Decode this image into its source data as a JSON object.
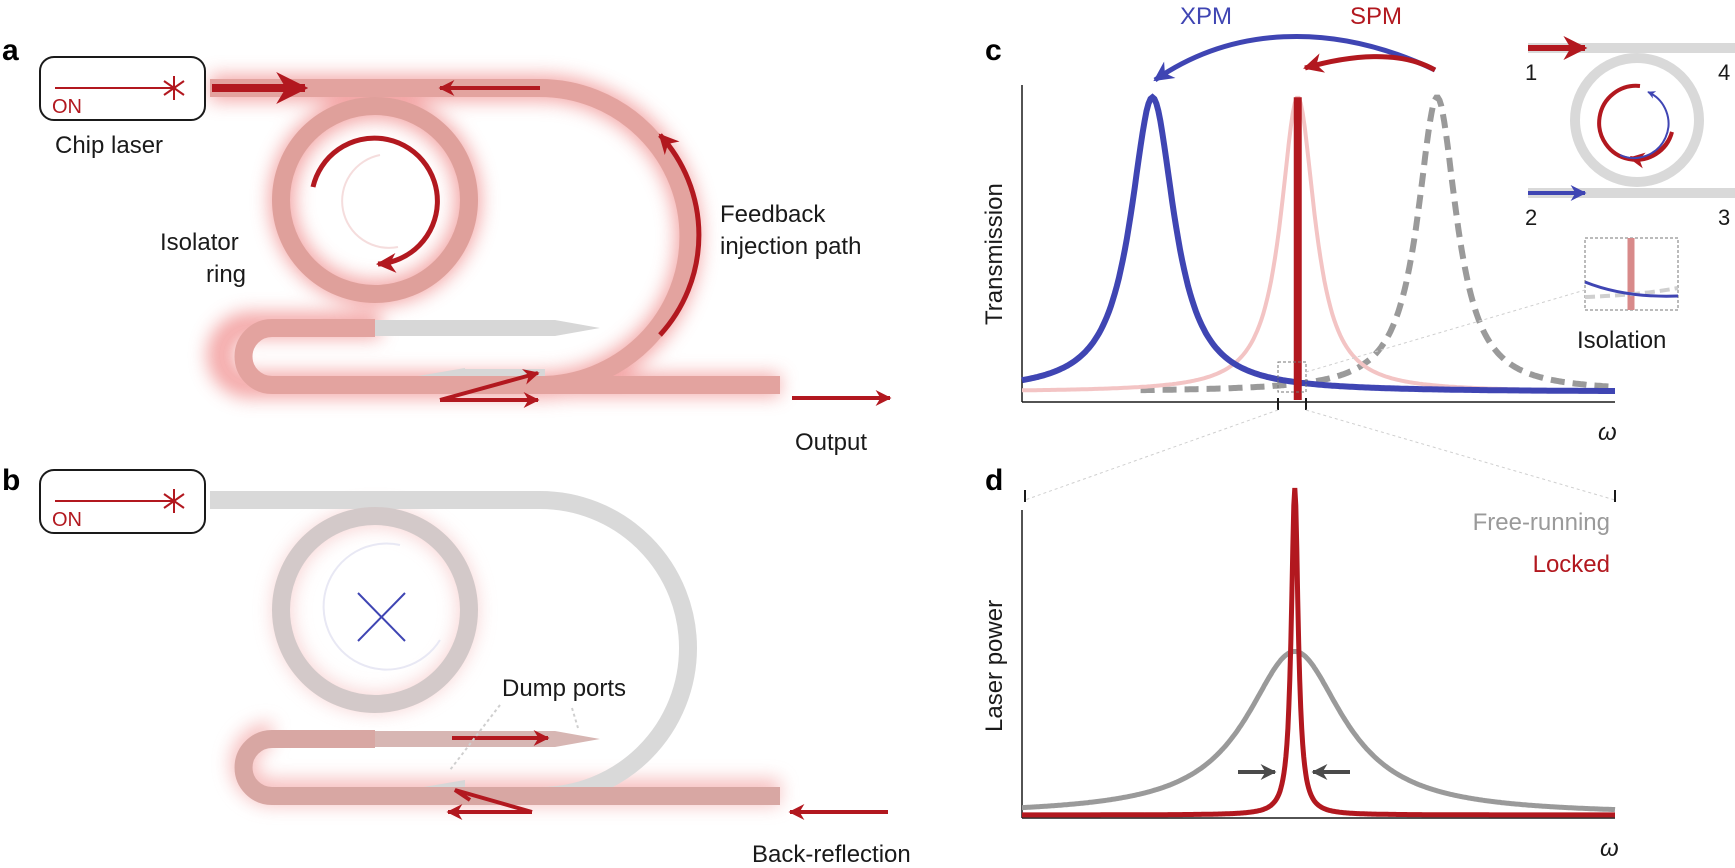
{
  "panels": {
    "a": "a",
    "b": "b",
    "c": "c",
    "d": "d"
  },
  "panel_a": {
    "laser_state": "ON",
    "laser_label": "Chip laser",
    "ring_label_line1": "Isolator",
    "ring_label_line2": "ring",
    "feedback_line1": "Feedback",
    "feedback_line2": "injection path",
    "output_label": "Output"
  },
  "panel_b": {
    "laser_state": "ON",
    "dump_label": "Dump ports",
    "backreflection_label": "Back-reflection"
  },
  "panel_c": {
    "xpm_label": "XPM",
    "spm_label": "SPM",
    "ylabel": "Transmission",
    "xlabel": "ω",
    "inset_ports": [
      "1",
      "4",
      "2",
      "3"
    ],
    "isolation_label": "Isolation"
  },
  "panel_d": {
    "ylabel": "Laser power",
    "xlabel": "ω",
    "legend_free": "Free-running",
    "legend_locked": "Locked"
  },
  "colors": {
    "red": "#b2181f",
    "blue": "#3f45b3",
    "gray": "#9a9a9a",
    "pink": "#f3c4c4",
    "glow": "#f08a8a"
  },
  "chart_data": [
    {
      "type": "line",
      "panel": "c",
      "xlabel": "ω",
      "ylabel": "Transmission",
      "xlim": [
        0,
        1
      ],
      "ylim": [
        0,
        1
      ],
      "series": [
        {
          "name": "XPM",
          "style": "solid-blue",
          "center": 0.22,
          "width": 0.045,
          "peak": 0.96
        },
        {
          "style": "solid-pink",
          "center": 0.465,
          "width": 0.035,
          "peak": 0.96
        },
        {
          "style": "dashed-gray",
          "center": 0.7,
          "width": 0.04,
          "peak": 0.96
        },
        {
          "name": "SPM",
          "style": "bar-red",
          "center": 0.465,
          "peak": 0.96
        }
      ]
    },
    {
      "type": "line",
      "panel": "d",
      "xlabel": "ω",
      "ylabel": "Laser power",
      "xlim": [
        0,
        1
      ],
      "ylim": [
        0,
        1
      ],
      "series": [
        {
          "name": "Free-running",
          "center": 0.46,
          "width": 0.1,
          "peak": 0.5
        },
        {
          "name": "Locked",
          "center": 0.46,
          "width": 0.007,
          "peak": 1.0
        }
      ]
    }
  ]
}
